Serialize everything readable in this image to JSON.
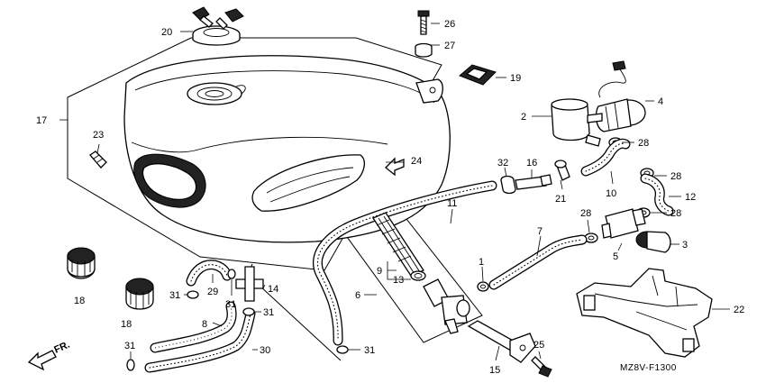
{
  "diagram_code": "MZ8V-F1300",
  "front_label": "FR.",
  "parts": {
    "p1": "1",
    "p2": "2",
    "p3": "3",
    "p4": "4",
    "p5": "5",
    "p6": "6",
    "p7": "7",
    "p8": "8",
    "p9": "9",
    "p10": "10",
    "p11": "11",
    "p12": "12",
    "p13": "13",
    "p14": "14",
    "p15": "15",
    "p16": "16",
    "p17": "17",
    "p18a": "18",
    "p18b": "18",
    "p19": "19",
    "p20": "20",
    "p21": "21",
    "p22": "22",
    "p23": "23",
    "p24": "24",
    "p25": "25",
    "p26": "26",
    "p27": "27",
    "p28a": "28",
    "p28b": "28",
    "p28c": "28",
    "p28d": "28",
    "p29": "29",
    "p30": "30",
    "p31a": "31",
    "p31b": "31",
    "p31c": "31",
    "p31d": "31",
    "p31e": "31",
    "p32": "32"
  }
}
